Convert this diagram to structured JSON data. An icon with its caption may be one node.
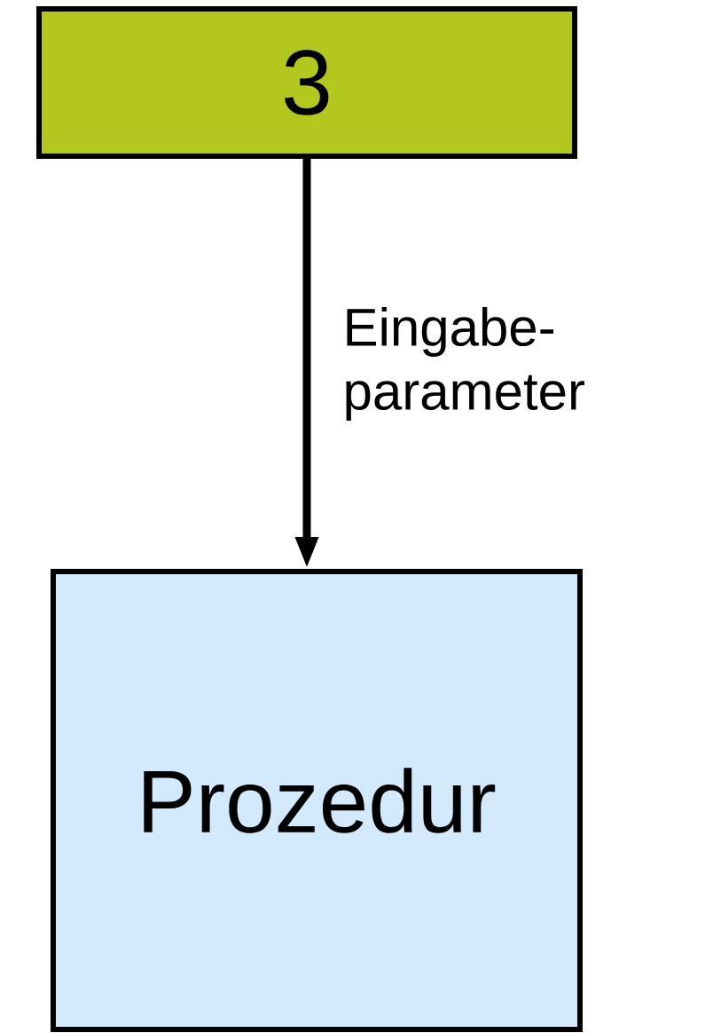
{
  "diagram": {
    "nodes": [
      {
        "text": [
          "3"
        ]
      },
      {
        "text": [
          "Prozedur"
        ]
      }
    ],
    "edges": [
      {
        "from": 0,
        "to": 1,
        "arrow": "to",
        "label": "Eingabe- parameter"
      }
    ]
  }
}
